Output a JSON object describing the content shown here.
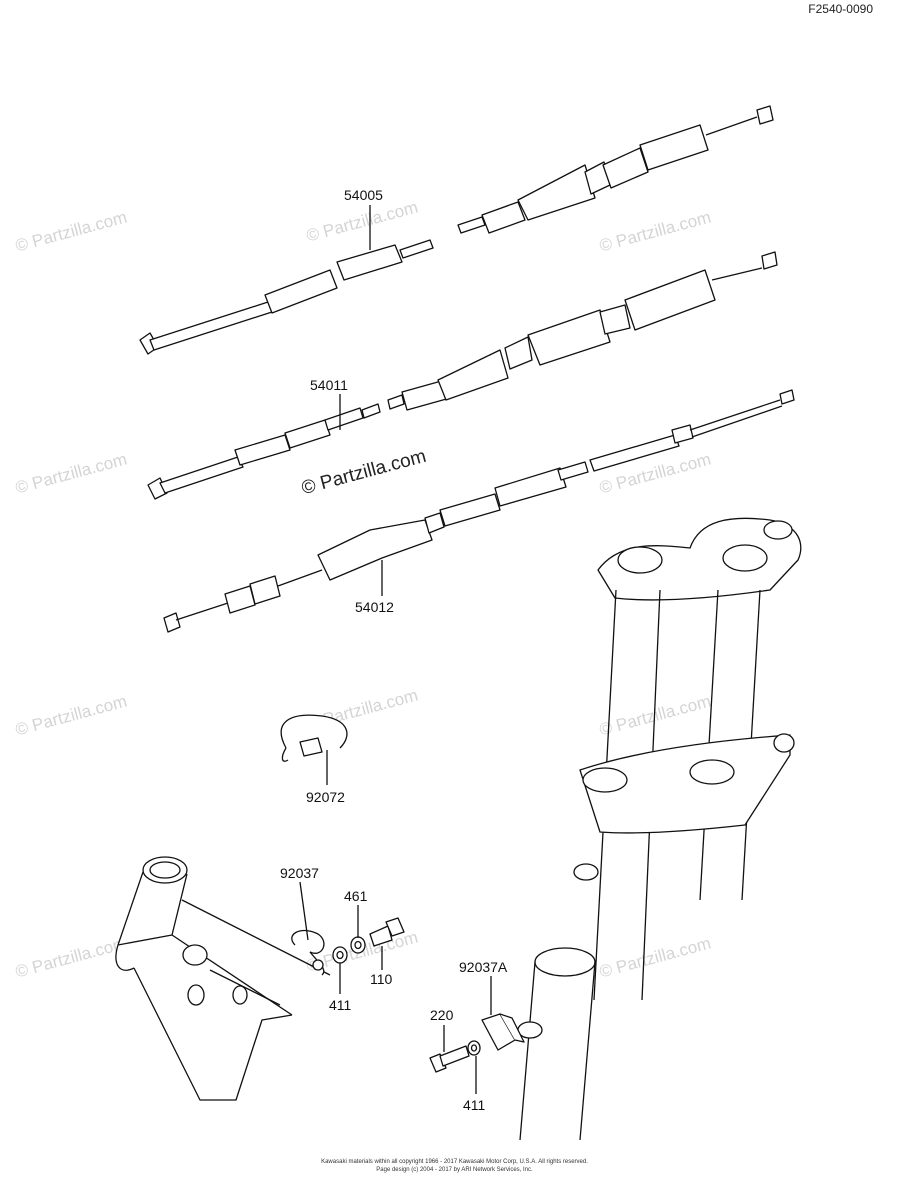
{
  "figure_code": "F2540-0090",
  "watermark": "© Partzilla.com",
  "parts": {
    "p54005": "54005",
    "p54011": "54011",
    "p54012": "54012",
    "p92072": "92072",
    "p92037": "92037",
    "p461": "461",
    "p110": "110",
    "p411_a": "411",
    "p92037A": "92037A",
    "p220": "220",
    "p411_b": "411"
  },
  "footer": {
    "line1": "Kawasaki materials within all copyright 1966 - 2017  Kawasaki Motor Corp, U.S.A.  All rights reserved.",
    "line2": "Page design (c) 2004 - 2017 by ARI Network Services, Inc."
  }
}
